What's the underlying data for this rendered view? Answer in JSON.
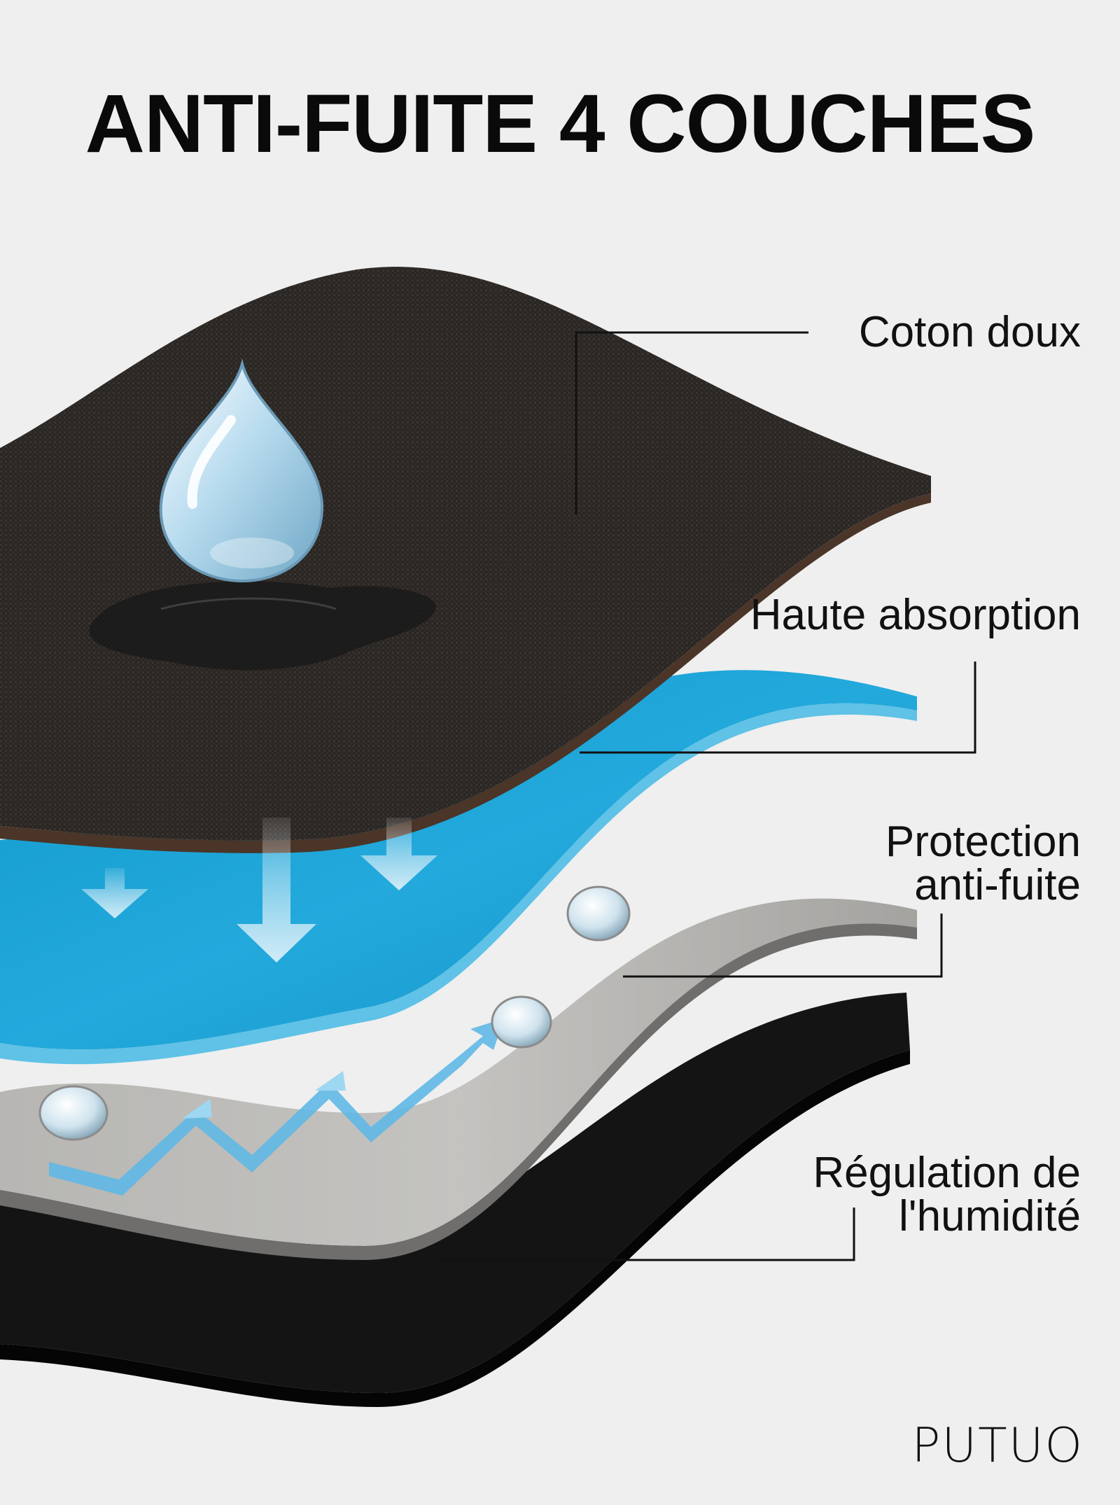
{
  "title": "ANTI-FUITE 4 COUCHES",
  "layers": [
    {
      "id": "coton-doux",
      "lines": [
        "Coton doux"
      ],
      "color": "#2a2623"
    },
    {
      "id": "haute-absorption",
      "lines": [
        "Haute absorption"
      ],
      "color": "#1fa3d4"
    },
    {
      "id": "protection-anti-fuite",
      "lines": [
        "Protection",
        "anti-fuite"
      ],
      "color": "#a9a8a6"
    },
    {
      "id": "regulation-humidite",
      "lines": [
        "Régulation de",
        "l'humidité"
      ],
      "color": "#151515"
    }
  ],
  "icons": [
    "water-drop-icon",
    "arrow-down-icon",
    "zigzag-arrow-icon",
    "water-bead-icon"
  ],
  "brand": "PUTUO"
}
